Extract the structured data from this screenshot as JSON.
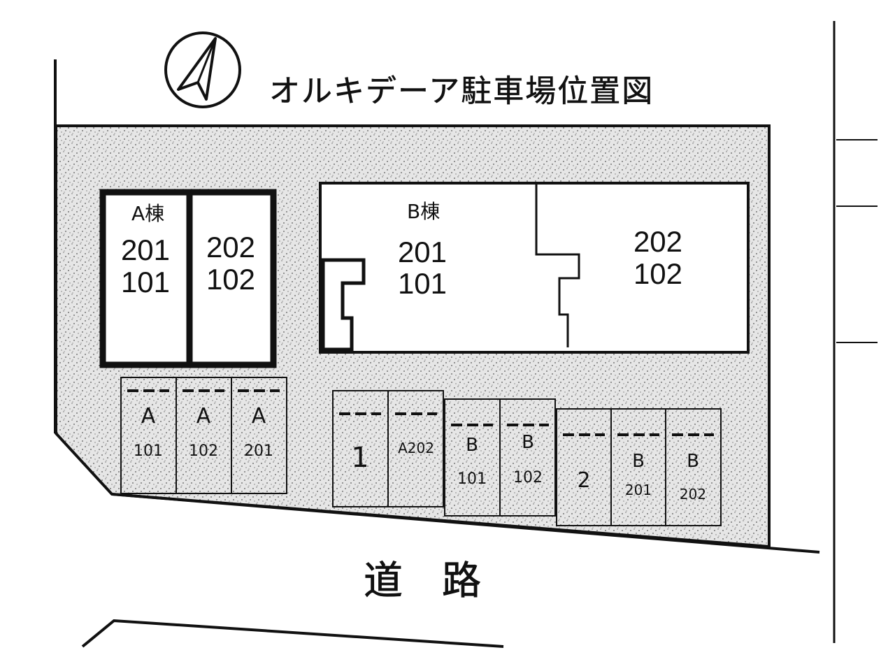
{
  "title": "オルキデーア駐車場位置図",
  "road_label": "道　路",
  "building_a": {
    "name": "A棟",
    "units": [
      {
        "top": "201",
        "bottom": "101"
      },
      {
        "top": "202",
        "bottom": "102"
      }
    ]
  },
  "building_b": {
    "name": "B棟",
    "units": [
      {
        "top": "201",
        "bottom": "101"
      },
      {
        "top": "202",
        "bottom": "102"
      }
    ]
  },
  "parking_spaces": [
    {
      "line1": "A",
      "line2": "101"
    },
    {
      "line1": "A",
      "line2": "102"
    },
    {
      "line1": "A",
      "line2": "201"
    },
    {
      "line1": "1",
      "line2": ""
    },
    {
      "line1": "A202",
      "line2": ""
    },
    {
      "line1": "B",
      "line2": "101"
    },
    {
      "line1": "B",
      "line2": "102"
    },
    {
      "line1": "2",
      "line2": ""
    },
    {
      "line1": "B",
      "line2": "201"
    },
    {
      "line1": "B",
      "line2": "202"
    }
  ],
  "north_arrow_icon": "north-arrow-icon",
  "colors": {
    "ink": "#111111",
    "ground": "#d9d9d9",
    "paper": "#ffffff"
  }
}
